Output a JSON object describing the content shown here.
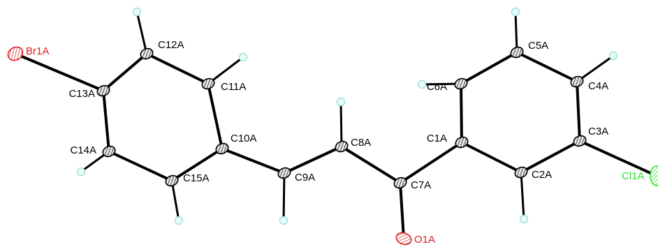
{
  "colors": {
    "carbon": "#e8e8e8",
    "carbon_stroke": "#000000",
    "bromine": "#e02020",
    "chlorine": "#33dd33",
    "oxygen": "#e02020",
    "hydrogen_fill": "#e8fbf8",
    "hydrogen_stroke": "#8fe0d5",
    "bond": "#000000",
    "label_default": "#000000"
  },
  "atoms": [
    {
      "id": "Br1A",
      "label": "Br1A",
      "element": "Br"
    },
    {
      "id": "C13A",
      "label": "C13A",
      "element": "C"
    },
    {
      "id": "C12A",
      "label": "C12A",
      "element": "C"
    },
    {
      "id": "C11A",
      "label": "C11A",
      "element": "C"
    },
    {
      "id": "C10A",
      "label": "C10A",
      "element": "C"
    },
    {
      "id": "C15A",
      "label": "C15A",
      "element": "C"
    },
    {
      "id": "C14A",
      "label": "C14A",
      "element": "C"
    },
    {
      "id": "C9A",
      "label": "C9A",
      "element": "C"
    },
    {
      "id": "C8A",
      "label": "C8A",
      "element": "C"
    },
    {
      "id": "C7A",
      "label": "C7A",
      "element": "C"
    },
    {
      "id": "O1A",
      "label": "O1A",
      "element": "O"
    },
    {
      "id": "C1A",
      "label": "C1A",
      "element": "C"
    },
    {
      "id": "C6A",
      "label": "C6A",
      "element": "C"
    },
    {
      "id": "C5A",
      "label": "C5A",
      "element": "C"
    },
    {
      "id": "C4A",
      "label": "C4A",
      "element": "C"
    },
    {
      "id": "C3A",
      "label": "C3A",
      "element": "C"
    },
    {
      "id": "C2A",
      "label": "C2A",
      "element": "C"
    },
    {
      "id": "Cl1A",
      "label": "Cl1A",
      "element": "Cl"
    }
  ],
  "bonds": [
    [
      "Br1A",
      "C13A"
    ],
    [
      "C13A",
      "C12A"
    ],
    [
      "C12A",
      "C11A"
    ],
    [
      "C11A",
      "C10A"
    ],
    [
      "C10A",
      "C15A"
    ],
    [
      "C15A",
      "C14A"
    ],
    [
      "C14A",
      "C13A"
    ],
    [
      "C10A",
      "C9A"
    ],
    [
      "C9A",
      "C8A"
    ],
    [
      "C8A",
      "C7A"
    ],
    [
      "C7A",
      "O1A"
    ],
    [
      "C7A",
      "C1A"
    ],
    [
      "C1A",
      "C6A"
    ],
    [
      "C6A",
      "C5A"
    ],
    [
      "C5A",
      "C4A"
    ],
    [
      "C4A",
      "C3A"
    ],
    [
      "C3A",
      "C2A"
    ],
    [
      "C2A",
      "C1A"
    ],
    [
      "C3A",
      "Cl1A"
    ]
  ],
  "hydrogens": [
    {
      "parent": "C12A"
    },
    {
      "parent": "C11A"
    },
    {
      "parent": "C14A"
    },
    {
      "parent": "C15A"
    },
    {
      "parent": "C9A"
    },
    {
      "parent": "C8A"
    },
    {
      "parent": "C6A"
    },
    {
      "parent": "C5A"
    },
    {
      "parent": "C4A"
    },
    {
      "parent": "C2A"
    }
  ]
}
